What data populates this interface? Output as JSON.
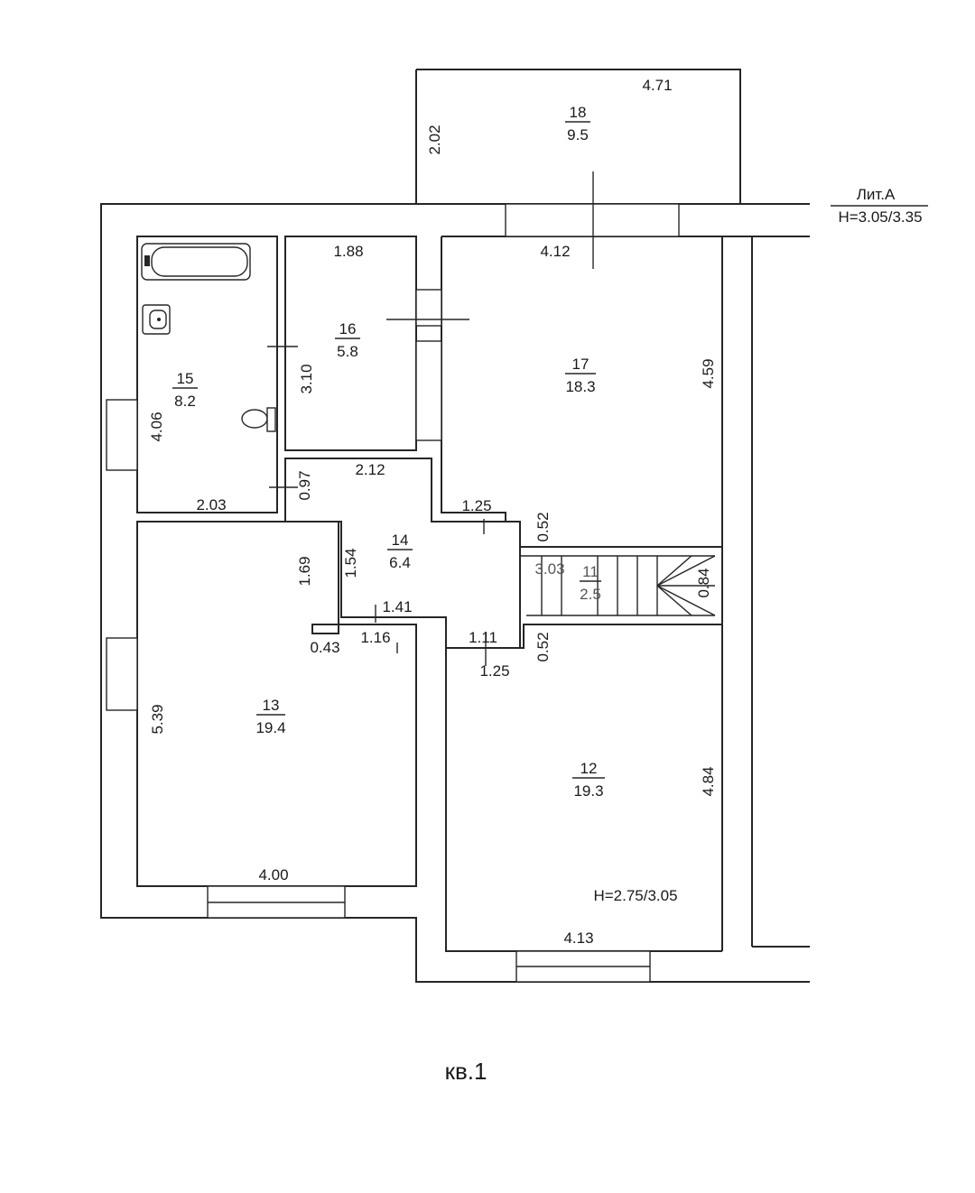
{
  "header": {
    "lit": "Лит.А",
    "height": "Н=3.05/3.35"
  },
  "caption": "кв.1",
  "rooms": [
    {
      "id": "room-18",
      "number": "18",
      "area": "9.5"
    },
    {
      "id": "room-17",
      "number": "17",
      "area": "18.3"
    },
    {
      "id": "room-16",
      "number": "16",
      "area": "5.8"
    },
    {
      "id": "room-15",
      "number": "15",
      "area": "8.2"
    },
    {
      "id": "room-14",
      "number": "14",
      "area": "6.4"
    },
    {
      "id": "room-13",
      "number": "13",
      "area": "19.4"
    },
    {
      "id": "room-12",
      "number": "12",
      "area": "19.3"
    },
    {
      "id": "room-11",
      "number": "11",
      "area": "2.5"
    }
  ],
  "dims": {
    "d_4_71": "4.71",
    "d_2_02": "2.02",
    "d_1_88": "1.88",
    "d_4_12": "4.12",
    "d_3_10": "3.10",
    "d_4_06": "4.06",
    "d_4_59": "4.59",
    "d_2_03": "2.03",
    "d_0_97": "0.97",
    "d_2_12": "2.12",
    "d_1_25_top": "1.25",
    "d_0_52_top": "0.52",
    "d_1_69": "1.69",
    "d_1_54": "1.54",
    "d_3_03": "3.03",
    "d_0_84": "0.84",
    "d_1_41": "1.41",
    "d_0_43": "0.43",
    "d_1_16": "1.16",
    "d_1_11": "1.11",
    "d_0_52_bot": "0.52",
    "d_1_25_bot": "1.25",
    "d_5_39": "5.39",
    "d_4_84": "4.84",
    "d_4_00": "4.00",
    "d_4_13": "4.13"
  },
  "room12_height": "Н=2.75/3.05"
}
